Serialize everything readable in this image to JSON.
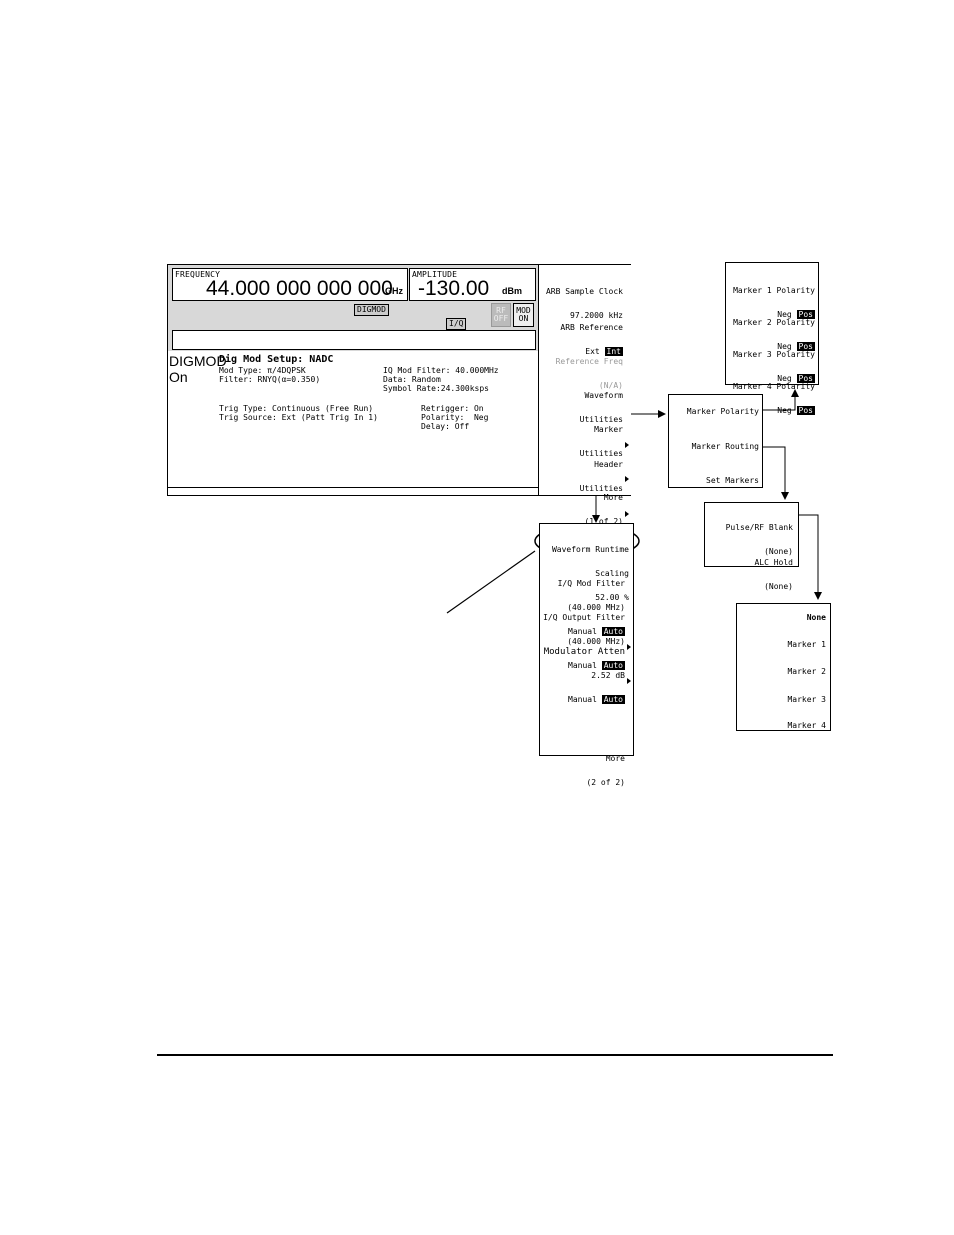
{
  "main": {
    "frequency_label": "FREQUENCY",
    "frequency_value": "44.000 000 000 000",
    "frequency_unit": "GHz",
    "amplitude_label": "AMPLITUDE",
    "amplitude_value": "-130.00",
    "amplitude_unit": "dBm",
    "digmod_badge": "DIGMOD",
    "io_badge": "I/Q",
    "rf_line1": "RF",
    "rf_line2": "OFF",
    "mod_line1": "MOD",
    "mod_line2": "ON",
    "mode_line1": "DIGMOD",
    "mode_line2": "On",
    "setup_title": "Dig Mod Setup: NADC",
    "mod_type": "Mod Type: π/4DQPSK",
    "filter": "Filter: RNYQ(α=0.350)",
    "iq_filter": "IQ Mod Filter: 40.000MHz",
    "data": "Data: Random",
    "symbol_rate": "Symbol Rate:24.300ksps",
    "trig_type": "Trig Type: Continuous (Free Run)",
    "trig_source": "Trig Source: Ext (Patt Trig In 1)",
    "retrigger": "Retrigger: On",
    "polarity": "Polarity:  Neg",
    "delay": "Delay: Off"
  },
  "softkeys1": {
    "arb_clock_1": "ARB Sample Clock",
    "arb_clock_2": "97.2000 kHz",
    "arb_ref_1": "ARB Reference",
    "arb_ref_ext": "Ext",
    "arb_ref_int": "Int",
    "ref_freq_1": "Reference Freq",
    "ref_freq_2": "(N/A)",
    "waveform_1": "Waveform",
    "waveform_2": "Utilities",
    "marker_1": "Marker",
    "marker_2": "Utilities",
    "header_1": "Header",
    "header_2": "Utilities",
    "more_1": "More",
    "more_2": "(1 of 2)"
  },
  "softkeys2": {
    "runtime_1": "Waveform Runtime",
    "runtime_2": "Scaling",
    "runtime_3": "52.00 %",
    "iqmod_1": "I/Q Mod Filter",
    "iqmod_2": "(40.000 MHz)",
    "iqmod_manual": "Manual",
    "iqmod_auto": "Auto",
    "iqout_1": "I/Q Output Filter",
    "iqout_2": "(40.000 MHz)",
    "iqout_manual": "Manual",
    "iqout_auto": "Auto",
    "atten_1": "Modulator Atten",
    "atten_2": "2.52 dB",
    "atten_manual": "Manual",
    "atten_auto": "Auto",
    "more_1": "More",
    "more_2": "(2 of 2)"
  },
  "marker_utils": {
    "polarity": "Marker Polarity",
    "routing": "Marker Routing",
    "set": "Set Markers"
  },
  "polarity_menu": {
    "items": [
      {
        "label": "Marker 1 Polarity",
        "neg": "Neg",
        "pos": "Pos"
      },
      {
        "label": "Marker 2 Polarity",
        "neg": "Neg",
        "pos": "Pos"
      },
      {
        "label": "Marker 3 Polarity",
        "neg": "Neg",
        "pos": "Pos"
      },
      {
        "label": "Marker 4 Polarity",
        "neg": "Neg",
        "pos": "Pos"
      }
    ]
  },
  "routing_menu": {
    "pulse_1": "Pulse/RF Blank",
    "pulse_2": "(None)",
    "alc_1": "ALC Hold",
    "alc_2": "(None)"
  },
  "marker_select": {
    "items": [
      "None",
      "Marker 1",
      "Marker 2",
      "Marker 3",
      "Marker 4"
    ]
  }
}
